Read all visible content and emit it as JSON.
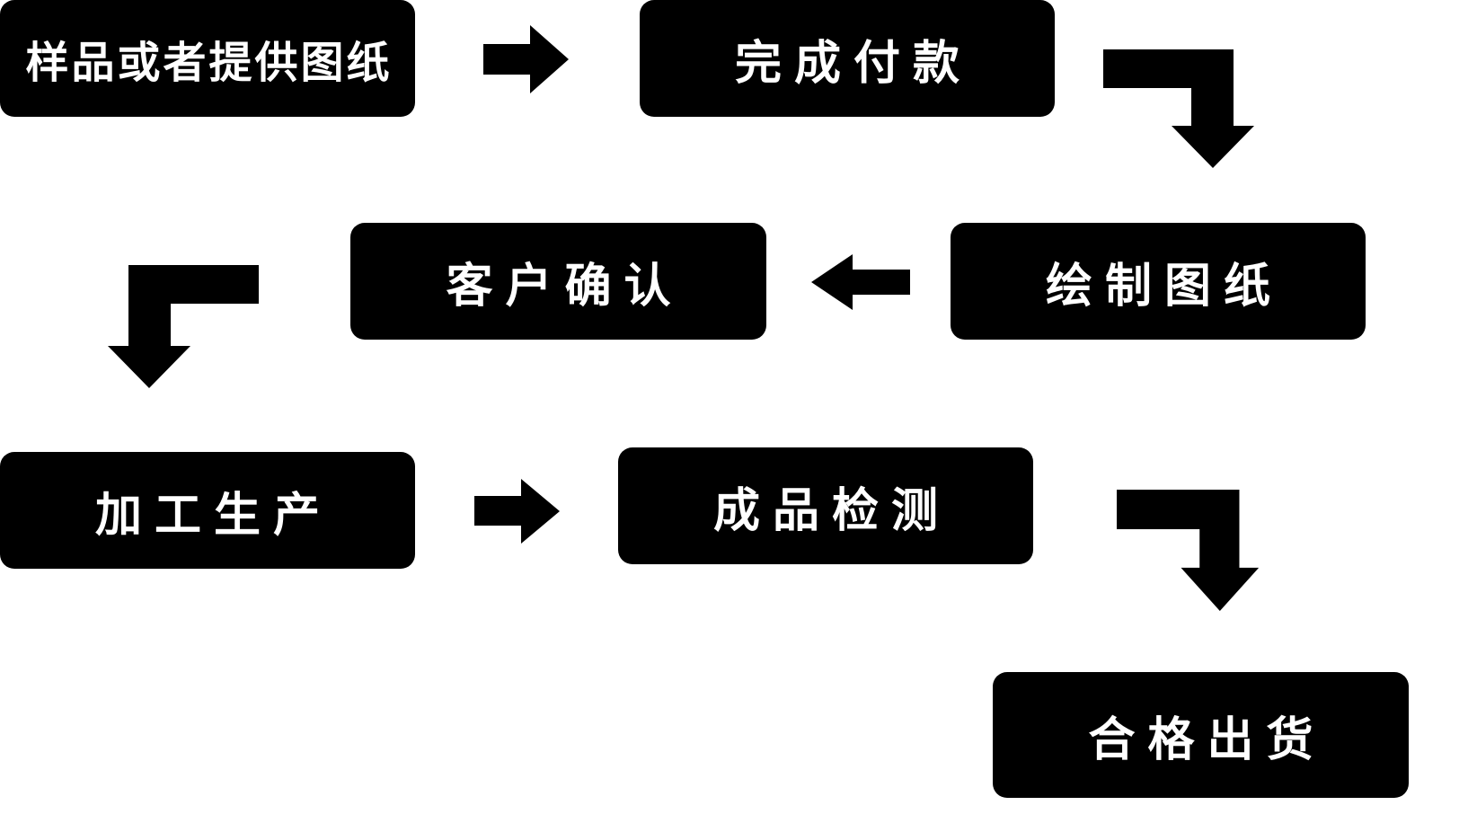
{
  "flowchart": {
    "background_color": "#ffffff",
    "node_fill_color": "#000000",
    "node_text_color": "#ffffff",
    "arrow_color": "#000000",
    "nodes": [
      {
        "id": "sample-or-drawing",
        "label": "样品或者提供图纸"
      },
      {
        "id": "complete-payment",
        "label": "完成付款"
      },
      {
        "id": "draw-drawings",
        "label": "绘制图纸"
      },
      {
        "id": "customer-confirmation",
        "label": "客户确认"
      },
      {
        "id": "processing-production",
        "label": "加工生产"
      },
      {
        "id": "product-inspection",
        "label": "成品检测"
      },
      {
        "id": "qualified-shipment",
        "label": "合格出货"
      }
    ],
    "edges": [
      {
        "from": "样品或者提供图纸",
        "to": "完成付款",
        "shape": "right-arrow"
      },
      {
        "from": "完成付款",
        "to": "绘制图纸",
        "shape": "elbow-right-down-arrow"
      },
      {
        "from": "绘制图纸",
        "to": "客户确认",
        "shape": "left-arrow"
      },
      {
        "from": "客户确认",
        "to": "加工生产",
        "shape": "elbow-left-down-arrow"
      },
      {
        "from": "加工生产",
        "to": "成品检测",
        "shape": "right-arrow"
      },
      {
        "from": "成品检测",
        "to": "合格出货",
        "shape": "elbow-right-down-arrow"
      }
    ]
  }
}
